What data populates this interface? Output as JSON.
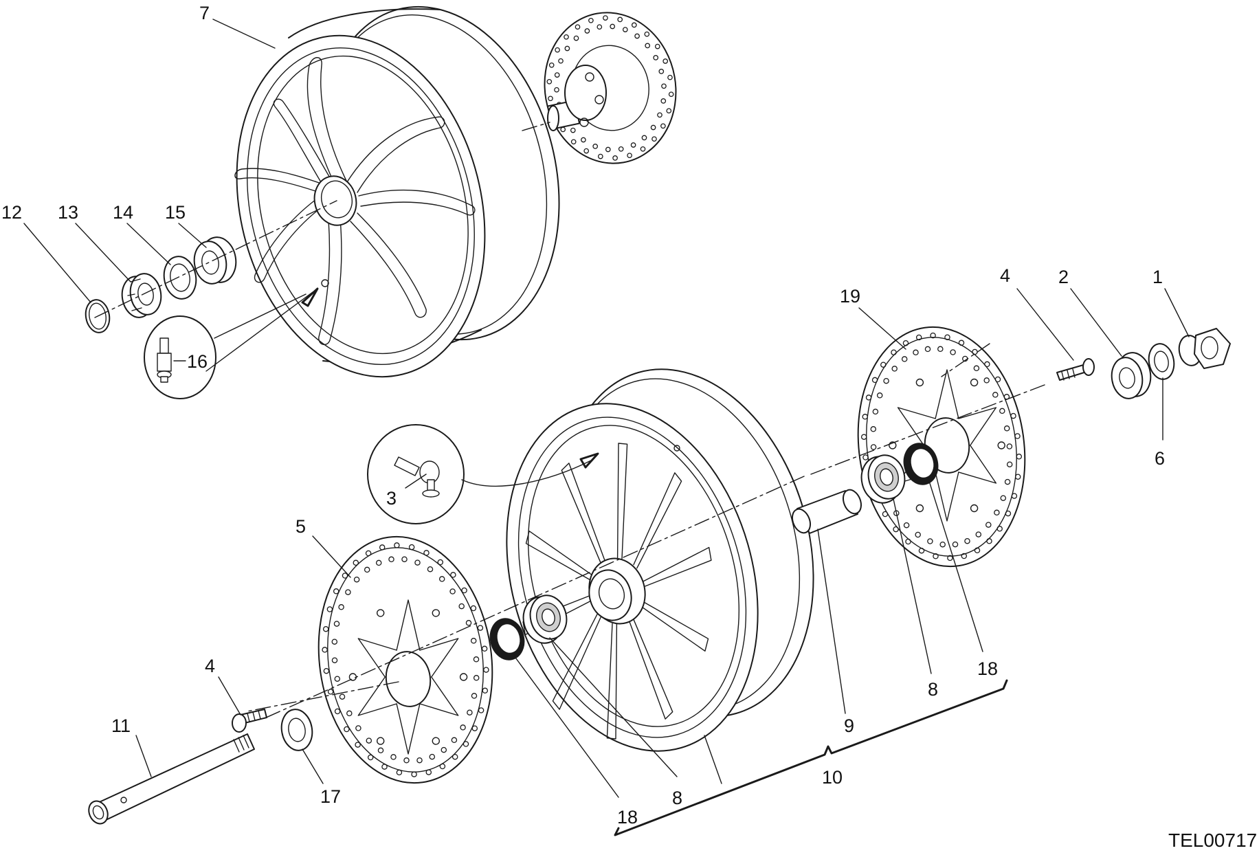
{
  "diagram": {
    "code": "TEL00717",
    "callouts": [
      {
        "id": "c7",
        "text": "7"
      },
      {
        "id": "c12",
        "text": "12"
      },
      {
        "id": "c13",
        "text": "13"
      },
      {
        "id": "c14",
        "text": "14"
      },
      {
        "id": "c15",
        "text": "15"
      },
      {
        "id": "c16",
        "text": "16"
      },
      {
        "id": "c19",
        "text": "19"
      },
      {
        "id": "c4a",
        "text": "4"
      },
      {
        "id": "c2",
        "text": "2"
      },
      {
        "id": "c1",
        "text": "1"
      },
      {
        "id": "c6",
        "text": "6"
      },
      {
        "id": "c3",
        "text": "3"
      },
      {
        "id": "c5",
        "text": "5"
      },
      {
        "id": "c4b",
        "text": "4"
      },
      {
        "id": "c11",
        "text": "11"
      },
      {
        "id": "c17",
        "text": "17"
      },
      {
        "id": "c18a",
        "text": "18"
      },
      {
        "id": "c8a",
        "text": "8"
      },
      {
        "id": "c9",
        "text": "9"
      },
      {
        "id": "c10",
        "text": "10"
      },
      {
        "id": "c8b",
        "text": "8"
      },
      {
        "id": "c18b",
        "text": "18"
      }
    ]
  }
}
